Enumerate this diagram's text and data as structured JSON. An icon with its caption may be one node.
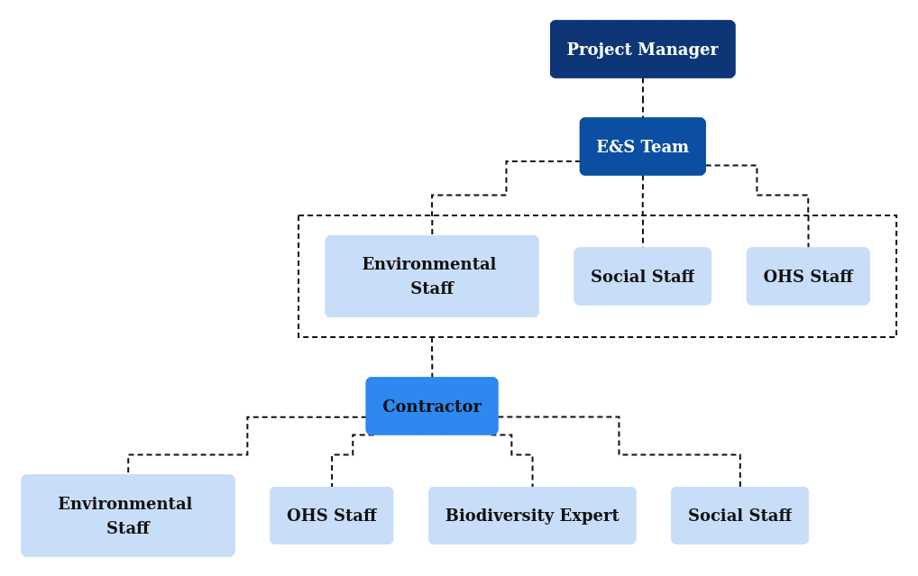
{
  "diagram": {
    "nodes": [
      {
        "text": [
          "Project Manager"
        ]
      },
      {
        "text": [
          "E&S Team"
        ]
      },
      {
        "text": [],
        "shape": "box"
      },
      {
        "text": [
          "Environmental Staff"
        ],
        "in": 2
      },
      {
        "text": [
          "Social Staff"
        ],
        "in": 2
      },
      {
        "text": [
          "OHS Staff"
        ],
        "in": 2
      },
      {
        "text": [
          "Contractor"
        ]
      },
      {
        "text": [
          "Environmental Staff"
        ]
      },
      {
        "text": [
          "OHS Staff"
        ]
      },
      {
        "text": [
          "Biodiversity Expert"
        ]
      },
      {
        "text": [
          "Social Staff"
        ]
      }
    ],
    "edges": [
      {
        "from": 0,
        "to": 1,
        "arrow": "none",
        "style": "dashed"
      },
      {
        "from": 1,
        "to": 3,
        "arrow": "none",
        "style": "dashed"
      },
      {
        "from": 1,
        "to": 4,
        "arrow": "none",
        "style": "dashed"
      },
      {
        "from": 1,
        "to": 5,
        "arrow": "none",
        "style": "dashed"
      },
      {
        "from": 2,
        "to": 6,
        "arrow": "none",
        "style": "dashed"
      },
      {
        "from": 6,
        "to": 7,
        "arrow": "none",
        "style": "dashed"
      },
      {
        "from": 6,
        "to": 8,
        "arrow": "none",
        "style": "dashed"
      },
      {
        "from": 6,
        "to": 9,
        "arrow": "none",
        "style": "dashed"
      },
      {
        "from": 6,
        "to": 10,
        "arrow": "none",
        "style": "dashed"
      }
    ]
  }
}
